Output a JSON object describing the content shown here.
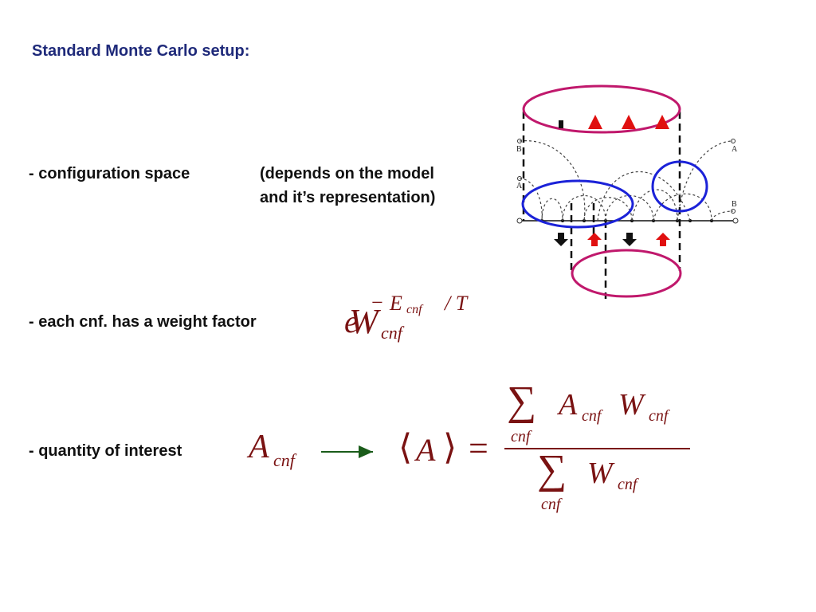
{
  "slide": {
    "title": "Standard Monte Carlo setup:",
    "bullets": {
      "config": "- configuration space",
      "weight": "- each cnf. has a weight factor",
      "quantity": "- quantity of interest"
    },
    "note": {
      "line1": "(depends on the model",
      "line2": " and it’s representation)"
    }
  },
  "diagram": {
    "labels": {
      "b_left": "B",
      "a_left": "A",
      "a_right": "A",
      "b_right": "B"
    },
    "colors": {
      "magenta": "#c0186c",
      "blue": "#1b22d8",
      "red": "#e01010",
      "black": "#111111"
    }
  },
  "formulas": {
    "weight": {
      "base": "W",
      "base_sub": "cnf",
      "e": "e",
      "minus": "−",
      "exp_E": "E",
      "exp_E_sub": "cnf",
      "exp_div": "/ T"
    },
    "quantity": {
      "A": "A",
      "A_sub": "cnf",
      "avg_open": "⟨",
      "avg_A": "A",
      "avg_close": "⟩",
      "equals": "=",
      "sum": "∑",
      "sum_sub": "cnf",
      "num_A": "A",
      "num_A_sub": "cnf",
      "num_W": "W",
      "num_W_sub": "cnf",
      "den_W": "W",
      "den_W_sub": "cnf"
    },
    "colors": {
      "math": "#7a1212",
      "arrow": "#1a5c1a"
    }
  }
}
